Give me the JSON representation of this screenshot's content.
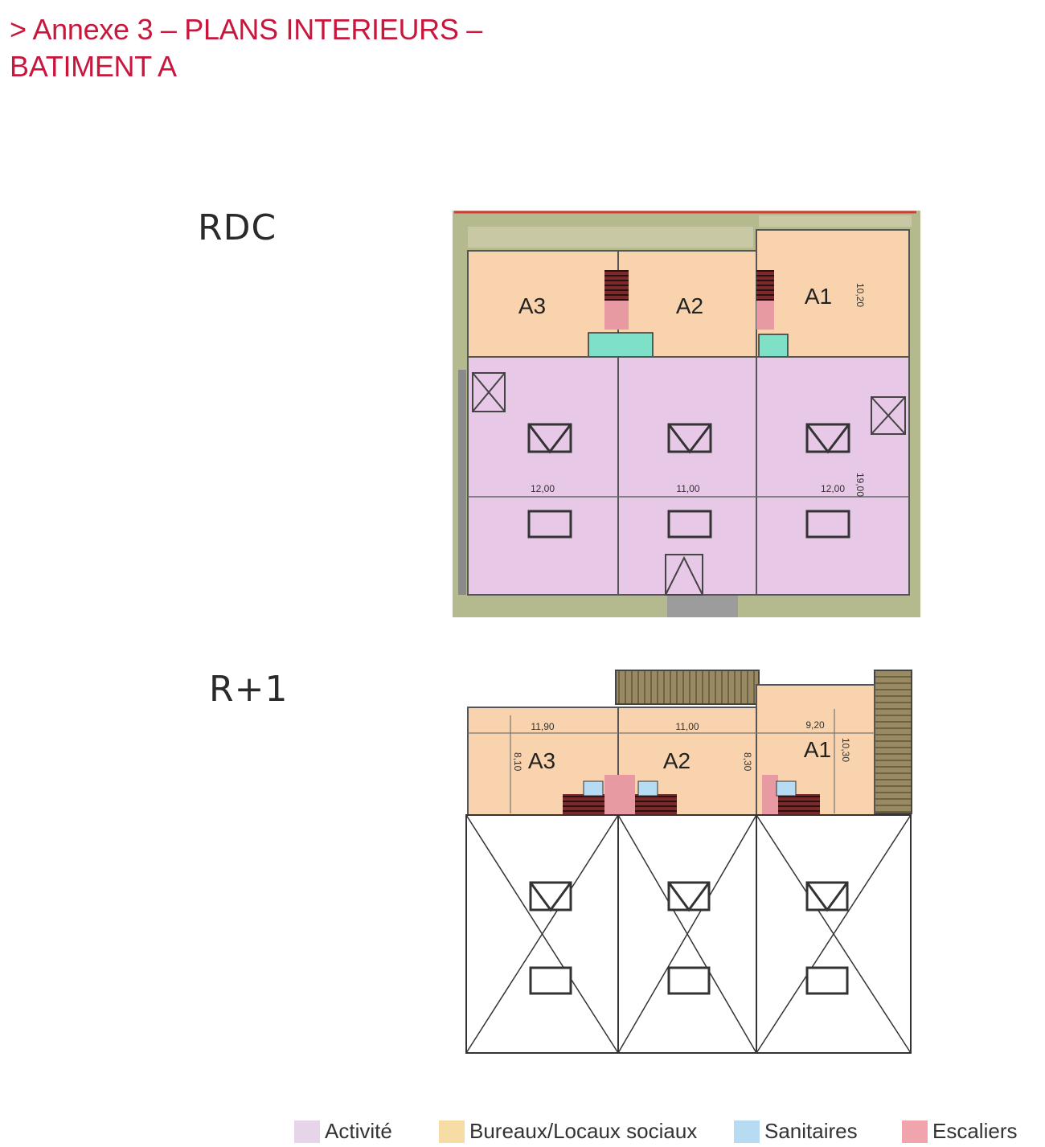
{
  "title": {
    "line1": "> Annexe 3 – PLANS INTERIEURS –",
    "line2": "BATIMENT A"
  },
  "levels": {
    "rdc": {
      "label": "RDC",
      "units": [
        "A3",
        "A2",
        "A1"
      ],
      "dims": {
        "w_a3": "12,00",
        "w_a2": "11,00",
        "w_a1": "12,00",
        "depth_activity": "19,00",
        "depth_office_a1": "10,20"
      }
    },
    "r1": {
      "label": "R+1",
      "units": [
        "A3",
        "A2",
        "A1"
      ],
      "dims": {
        "w_a3": "11,90",
        "w_a2": "11,00",
        "w_a1": "9,20",
        "d_a3": "8,10",
        "d_a2": "8,30",
        "d_a1": "10,30"
      }
    }
  },
  "legend": [
    {
      "label": "Activité",
      "color": "#e7d4ea"
    },
    {
      "label": "Bureaux/Locaux sociaux",
      "color": "#f7dca6"
    },
    {
      "label": "Sanitaires",
      "color": "#b5dcf3"
    },
    {
      "label": "Escaliers",
      "color": "#f0a5ad"
    }
  ],
  "colors": {
    "activity": "#e7c8e7",
    "office": "#f8d3ad",
    "stairs": "#e89aa2",
    "sanitary": "#7fe0c8",
    "terrain": "#b4ba8e",
    "title": "#c8163c"
  }
}
